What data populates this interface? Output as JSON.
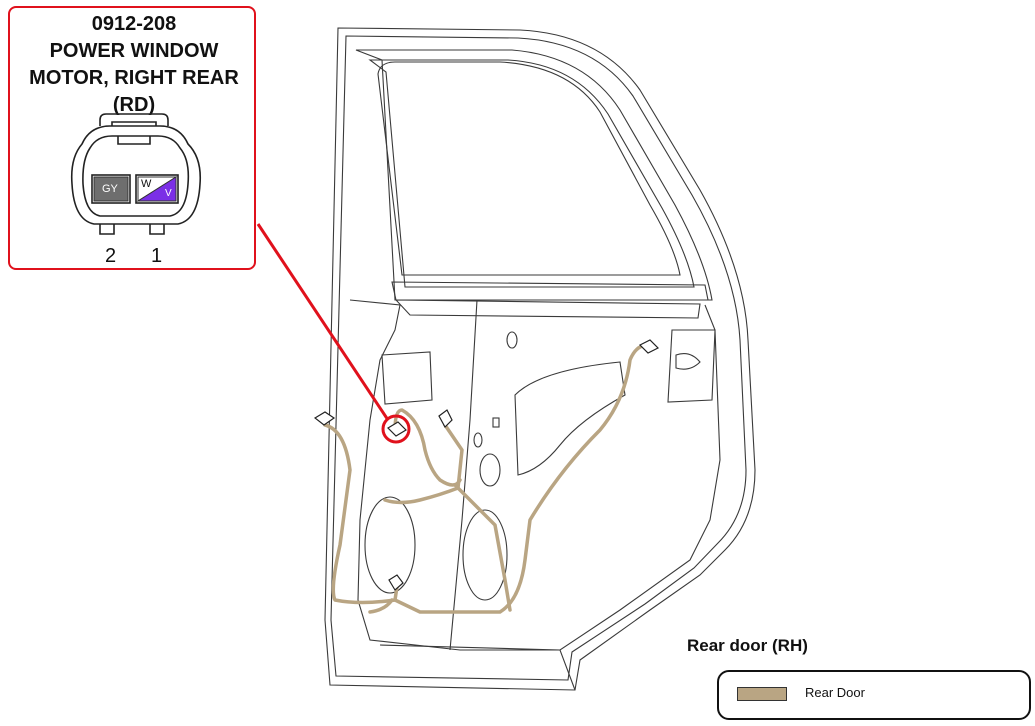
{
  "connector": {
    "code": "0912-208",
    "name_line1": "POWER WINDOW",
    "name_line2": "MOTOR, RIGHT REAR",
    "location": "(RD)",
    "pins": [
      {
        "number": "2",
        "wire_color": "GY",
        "fill": "#6e6e6e"
      },
      {
        "number": "1",
        "wire_color_base": "W",
        "wire_color_stripe": "V",
        "base_fill": "#ffffff",
        "stripe_fill": "#7b2fe6"
      }
    ]
  },
  "view": {
    "title": "Rear door (RH)"
  },
  "legend": {
    "items": [
      {
        "label": "Rear Door",
        "color": "#b9a583"
      }
    ]
  },
  "colors": {
    "callout_border": "#e0111c",
    "harness": "#b9a583",
    "outline": "#3a3a3a"
  }
}
